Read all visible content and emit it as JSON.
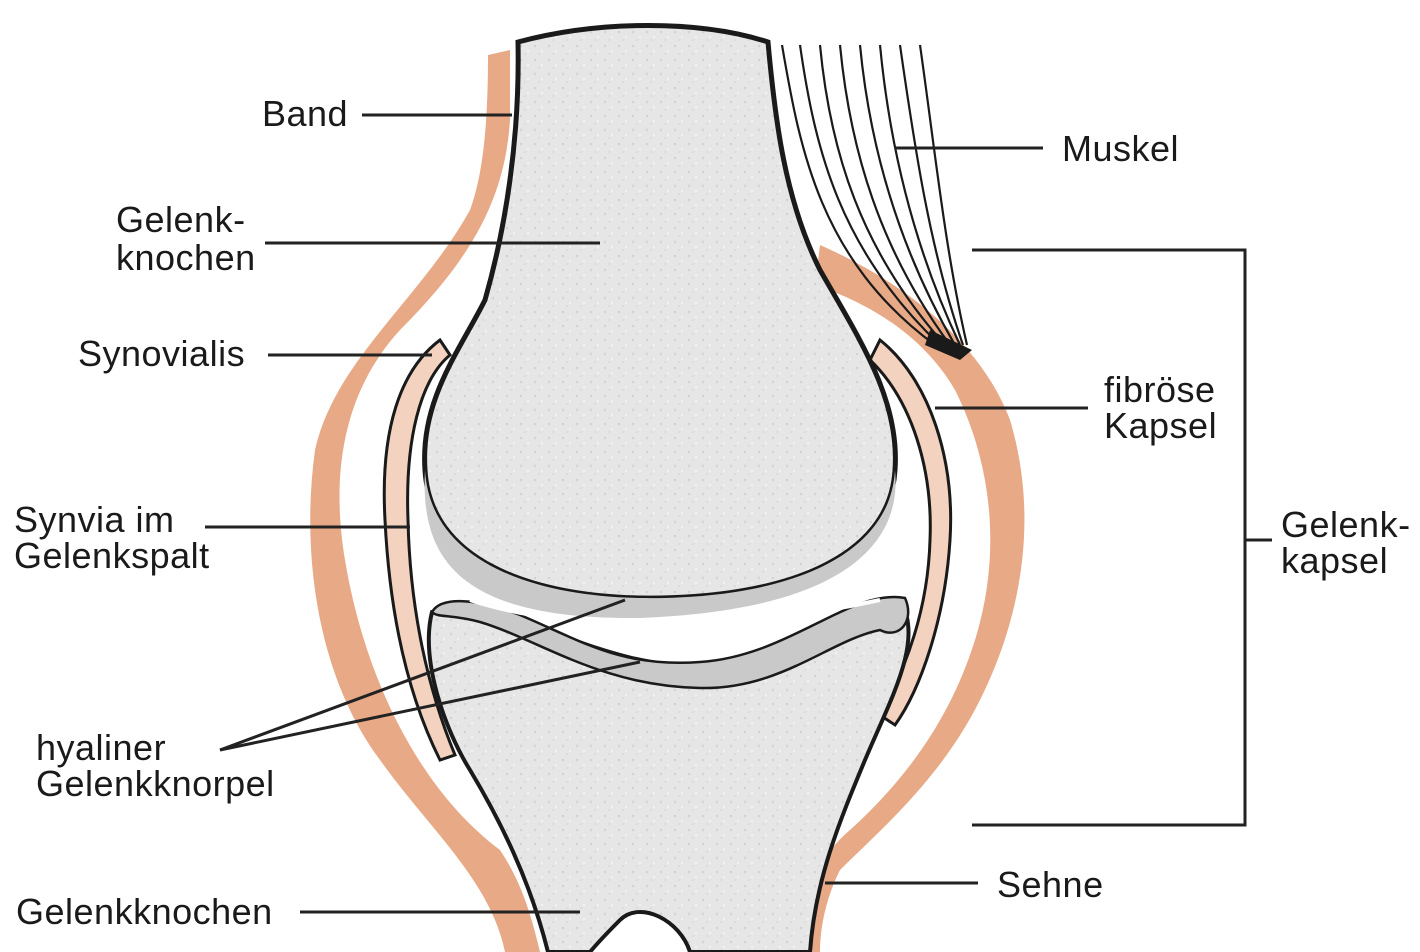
{
  "labels": {
    "band": "Band",
    "gelenkknochen_top_1": "Gelenk-",
    "gelenkknochen_top_2": "knochen",
    "synovialis": "Synovialis",
    "synovia_1": "Synvia im",
    "synovia_2": "Gelenkspalt",
    "cartilage_1": "hyaliner",
    "cartilage_2": "Gelenkknorpel",
    "gelenkknochen_bottom": "Gelenkknochen",
    "muskel": "Muskel",
    "fibrose_1": "fibröse",
    "fibrose_2": "Kapsel",
    "capsule_1": "Gelenk-",
    "capsule_2": "kapsel",
    "sehne": "Sehne"
  },
  "colors": {
    "capsule": "#e8a987",
    "capsule_light": "#f3d2bf",
    "bone": "#e6e6e6",
    "cartilage": "#c9c9c9",
    "outline": "#1a1a1a"
  }
}
